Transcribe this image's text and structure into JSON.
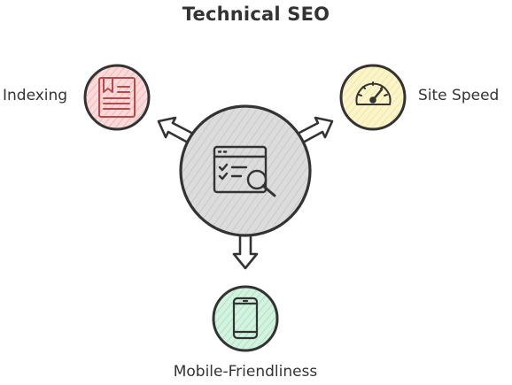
{
  "title": "Technical SEO",
  "center": {
    "icon": "webpage-search-icon",
    "fill": "#d8d8d8"
  },
  "nodes": [
    {
      "label": "Indexing",
      "icon": "document-bookmark-icon",
      "fill": "#f9d1d1",
      "accent": "#b94a4a"
    },
    {
      "label": "Site Speed",
      "icon": "speedometer-icon",
      "fill": "#fbf2c0",
      "accent": "#333333"
    },
    {
      "label": "Mobile-Friendliness",
      "icon": "smartphone-icon",
      "fill": "#c9eed8",
      "accent": "#333333"
    }
  ],
  "colors": {
    "stroke": "#333333",
    "text": "#333333"
  }
}
